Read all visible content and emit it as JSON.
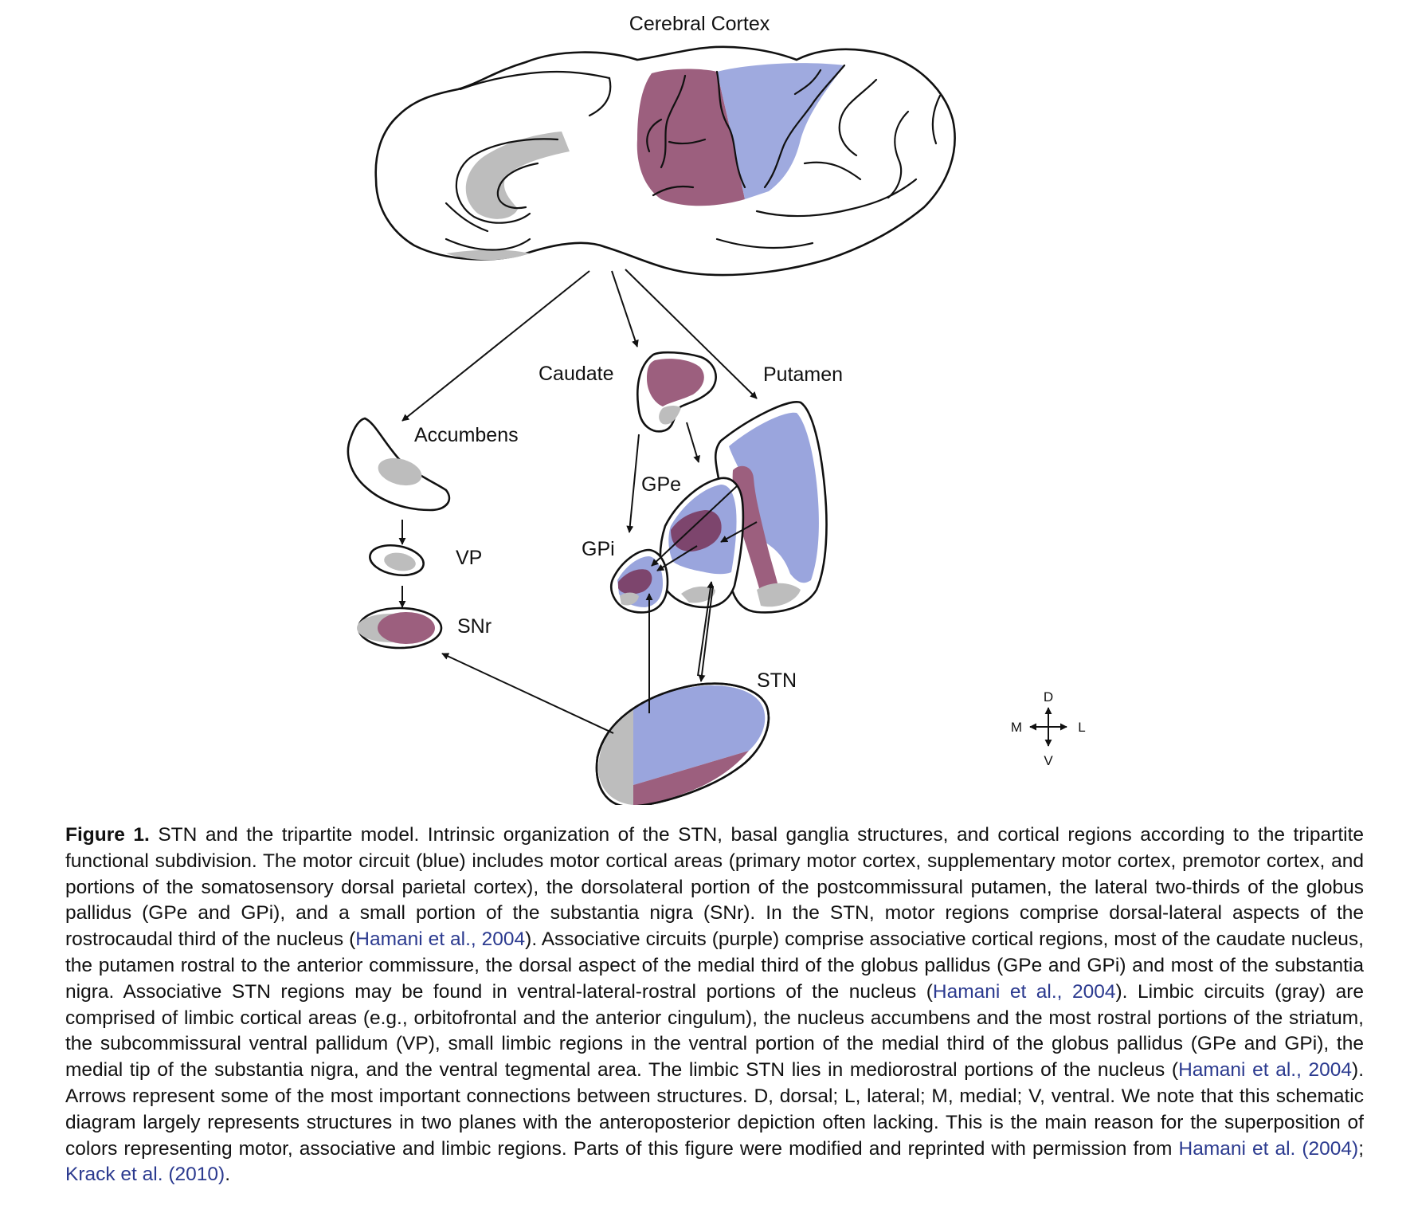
{
  "figure": {
    "labels": {
      "cortex": "Cerebral Cortex",
      "caudate": "Caudate",
      "putamen": "Putamen",
      "accumbens": "Accumbens",
      "gpe": "GPe",
      "gpi": "GPi",
      "vp": "VP",
      "snr": "SNr",
      "stn": "STN"
    },
    "compass": {
      "d": "D",
      "v": "V",
      "m": "M",
      "l": "L"
    },
    "colors": {
      "motor": "#9aa5dd",
      "associative": "#9c5f7e",
      "limbic": "#bdbdbd",
      "outline": "#111111"
    }
  },
  "caption": {
    "label": "Figure 1.",
    "seg1": " STN and the tripartite model. Intrinsic organization of the STN, basal ganglia structures, and cortical regions according to the tripartite functional subdivision. The motor circuit (blue) includes motor cortical areas (primary motor cortex, supplementary motor cortex, premotor cortex, and portions of the somatosensory dorsal parietal cortex), the dorsolateral portion of the postcommissural putamen, the lateral two-thirds of the globus pallidus (GPe and GPi), and a small portion of the substantia nigra (SNr). In the STN, motor regions comprise dorsal-lateral aspects of the rostrocaudal third of the nucleus (",
    "ref1": "Hamani et al., 2004",
    "seg2": "). Associative circuits (purple) comprise associative cortical regions, most of the caudate nucleus, the putamen rostral to the anterior commissure, the dorsal aspect of the medial third of the globus pallidus (GPe and GPi) and most of the substantia nigra. Associative STN regions may be found in ventral-lateral-rostral portions of the nucleus (",
    "ref2": "Hamani et al., 2004",
    "seg3": "). Limbic circuits (gray) are comprised of limbic cortical areas (e.g., orbitofrontal and the anterior cingulum), the nucleus accumbens and the most rostral portions of the striatum, the subcommissural ventral pallidum (VP), small limbic regions in the ventral portion of the medial third of the globus pallidus (GPe and GPi), the medial tip of the substantia nigra, and the ventral tegmental area. The limbic STN lies in mediorostral portions of the nucleus (",
    "ref3": "Hamani et al., 2004",
    "seg4": "). Arrows represent some of the most important connections between structures. D, dorsal; L, lateral; M, medial; V, ventral. We note that this schematic diagram largely represents structures in two planes with the anteroposterior depiction often lacking. This is the main reason for the superposition of colors representing motor, associative and limbic regions. Parts of this figure were modified and reprinted with permission from ",
    "ref4": "Hamani et al. (2004)",
    "seg5": "; ",
    "ref5": "Krack et al. (2010)",
    "seg6": "."
  }
}
